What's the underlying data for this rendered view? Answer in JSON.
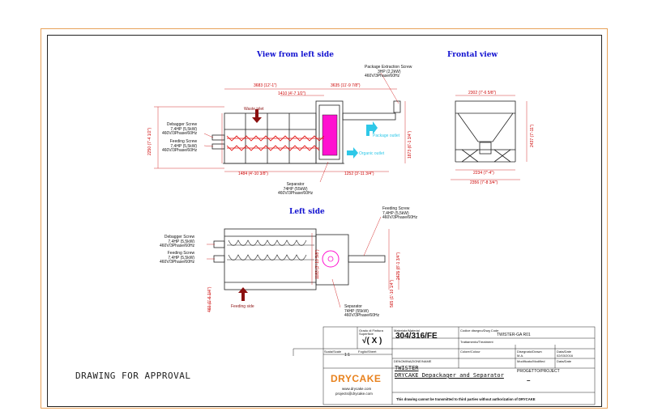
{
  "views": {
    "left_side_title": "View from left side",
    "frontal_title": "Frontal   view",
    "top_title": "Left side"
  },
  "labels": {
    "extraction": [
      "Package Extraction Screw",
      "3HP (2,2kW)",
      "460V/3Phase/60Hz"
    ],
    "debagger_1": [
      "Debagger Screw",
      "7,4HP (5,5kW)",
      "460V/3Phase/60Hz"
    ],
    "feeding_1": [
      "Feeding Screw",
      "7,4HP (5,5kW)",
      "460V/3Phase/60Hz"
    ],
    "separator_1": [
      "Separator",
      "74HP (55kW)",
      "460V/3Phase/60Hz"
    ],
    "waste_inlet": "Waste inlet",
    "package_outlet": "Package outlet",
    "organic_outlet": "Organic outlet",
    "debagger_2": [
      "Debagger Screw",
      "7,4HP (5,5kW)",
      "460V/3Phase/60Hz"
    ],
    "feeding_2": [
      "Feeding Screw",
      "7,4HP (5,5kW)",
      "460V/3Phase/60Hz"
    ],
    "feeding_3": [
      "Feeding Screw",
      "7,4HP (5,5kW)",
      "460V/3Phase/60Hz"
    ],
    "separator_2": [
      "Separator",
      "74HP (55kW)",
      "460V/3Phase/60Hz"
    ],
    "feeding_side": "Feeding side"
  },
  "dims": {
    "d3683": "3683 (12'-1\")",
    "d1410": "1410 (4'-7 1/2\")",
    "d3635": "3635 (11'-9 7/8\")",
    "d2250": "2250 (7'-4 1/2\")",
    "d1873": "1873 (6'-1 3/4\")",
    "d1484": "1484 (4'-10 3/8\")",
    "d1252": "1252 (3'-11 3/4\")",
    "d2302": "2302 (7'-6 5/8\")",
    "d2437": "2437 (7'-11\")",
    "d2234": "2234 (7'-4\")",
    "d2356": "2356 (7'-8 3/4\")",
    "d2475": "2475 (8'-1 3/4\")",
    "d1183": "1183 (3'-10 5/8\")",
    "d565": "565 (1'-10 1/4\")",
    "d460": "460 (1'-6 1/4\")"
  },
  "approval": "DRAWING FOR APPROVAL",
  "titleblock": {
    "grade_label": "Grado di Finitura",
    "grade_label2": "Superficie",
    "grade_value": "√( X )",
    "material_label": "Materiale/Material",
    "material_value": "304/316/FE",
    "code_label": "Codice disegno/Dwg Code",
    "code_value": "TWISTER-GA R01",
    "treatment_label": "Trattamento/Treatment",
    "scale_label": "Scala/Scale",
    "scale_value": "1:1",
    "sheet_label": "Foglio/Sheet",
    "color_label": "Colore/Colour",
    "drawn_label": "Disegnato/Drawn",
    "drawn_value": "M.A.",
    "date_label": "Data/Date",
    "date_value": "02/03/2016",
    "name_label": "DENOMINAZIONE/NAME",
    "name_value_1": "TWISTER",
    "name_value_2": "DRYCAKE Depackager and Separator",
    "modified_label": "Modificato/Modified",
    "date2_label": "Data/Date",
    "project_label": "PROGETTO/PROJECT",
    "project_value": "–",
    "brand": "DRYCAKE",
    "web": "www.drycake.com",
    "email": "projects@drycake.com",
    "notice": "This drawing cannot be transmitted to third parties without authorization of   DRYCAKE"
  },
  "colors": {
    "accent": "#e8821e",
    "dimension": "#cc0000",
    "title": "#1010d0",
    "cyan": "#2ec8e8",
    "magenta": "#ff10d0"
  }
}
